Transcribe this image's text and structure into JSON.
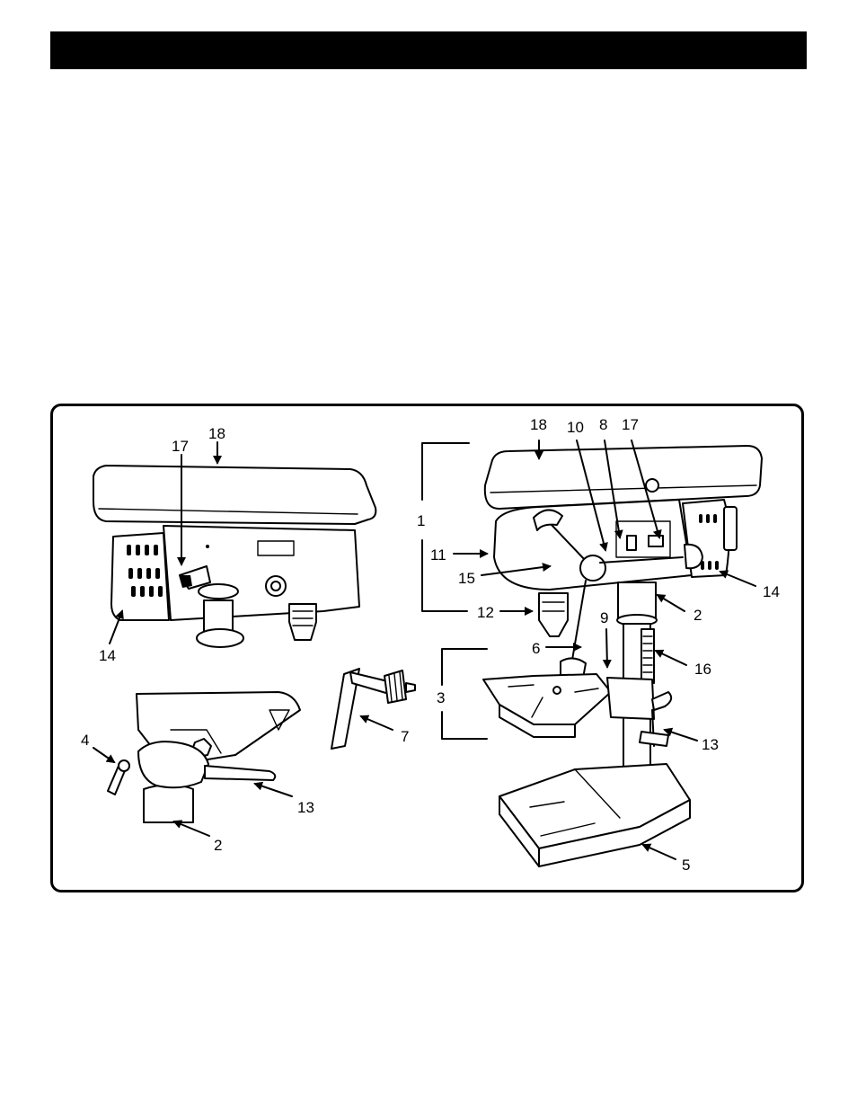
{
  "page": {
    "header_bar_color": "#000000",
    "background_color": "#ffffff"
  },
  "figure": {
    "callouts": {
      "c1": "1",
      "c2a": "2",
      "c2b": "2",
      "c3": "3",
      "c4": "4",
      "c5": "5",
      "c6": "6",
      "c7": "7",
      "c8": "8",
      "c9": "9",
      "c10": "10",
      "c11": "11",
      "c12": "12",
      "c13a": "13",
      "c13b": "13",
      "c14a": "14",
      "c14b": "14",
      "c15": "15",
      "c16": "16",
      "c17a": "17",
      "c17b": "17",
      "c18a": "18",
      "c18b": "18"
    }
  }
}
